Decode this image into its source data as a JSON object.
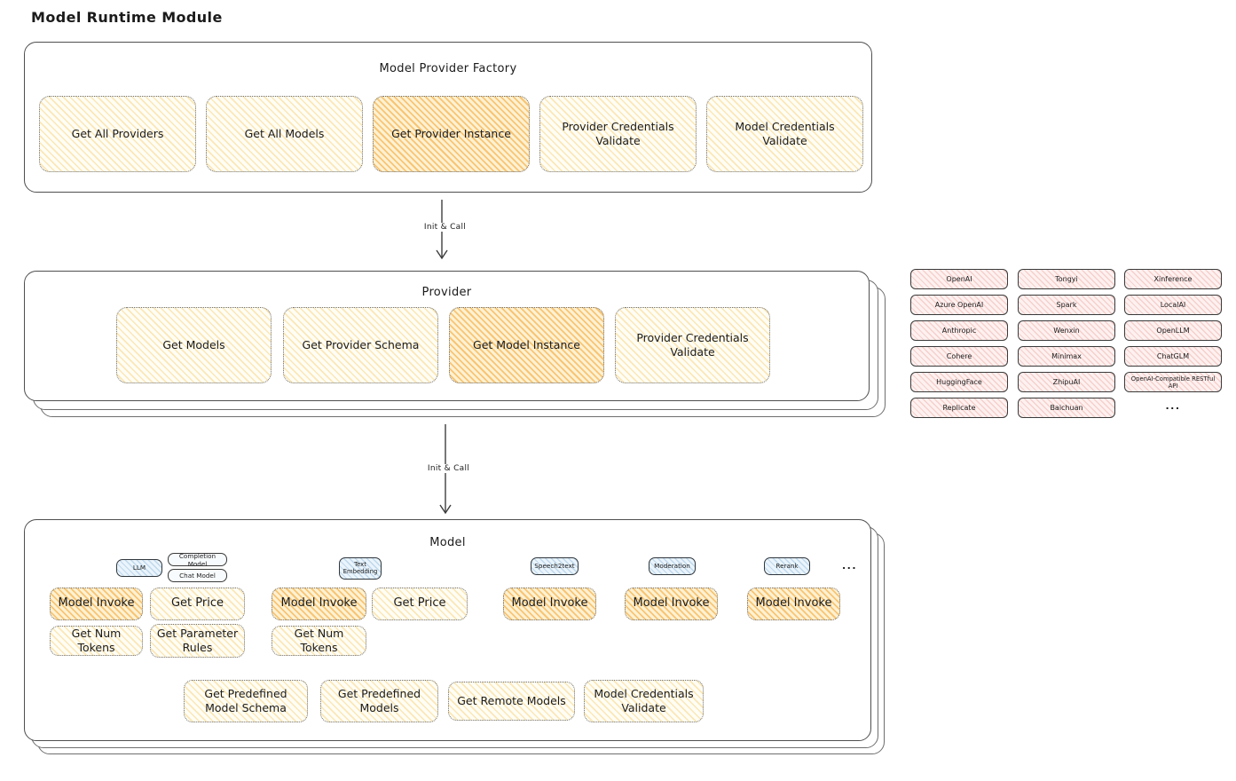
{
  "page_title": "Model Runtime Module",
  "colors": {
    "yellow_card_bg": "#fffdf4",
    "yellow_hatch": "#f4c355",
    "orange_card_bg": "#fff1d2",
    "orange_hatch": "#f0a028",
    "pink_chip_bg": "#fdf1f0",
    "pink_hatch": "#e4827a",
    "blue_chip_bg": "#eaf4fb",
    "blue_hatch": "#6ea5d2",
    "outline": "#4f4f4f",
    "text": "#1b1b1b"
  },
  "factory": {
    "title": "Model Provider Factory",
    "cards": [
      "Get All Providers",
      "Get All Models",
      "Get Provider Instance",
      "Provider Credentials Validate",
      "Model Credentials Validate"
    ]
  },
  "flow": {
    "arrow1_label": "Init & Call",
    "arrow2_label": "Init & Call"
  },
  "provider": {
    "title": "Provider",
    "cards": [
      "Get Models",
      "Get Provider Schema",
      "Get Model Instance",
      "Provider Credentials Validate"
    ]
  },
  "providers_grid": {
    "col1": [
      "OpenAI",
      "Azure OpenAI",
      "Anthropic",
      "Cohere",
      "HuggingFace",
      "Replicate"
    ],
    "col2": [
      "Tongyi",
      "Spark",
      "Wenxin",
      "Minimax",
      "ZhipuAI",
      "Baichuan"
    ],
    "col3": [
      "Xinference",
      "LocalAI",
      "OpenLLM",
      "ChatGLM",
      "OpenAI-Compatible RESTful API"
    ],
    "more": "..."
  },
  "model": {
    "title": "Model",
    "type_chips": {
      "llm": "LLM",
      "completion": "Completion Model",
      "chat": "Chat Model",
      "text_embedding": "Text Embedding",
      "speech2text": "Speech2text",
      "moderation": "Moderation",
      "rerank": "Rerank",
      "more": "..."
    },
    "actions": {
      "model_invoke": "Model Invoke",
      "get_price": "Get Price",
      "get_num_tokens": "Get Num Tokens",
      "get_parameter_rules": "Get Parameter Rules",
      "get_predefined_model_schema": "Get Predefined Model Schema",
      "get_predefined_models": "Get Predefined Models",
      "get_remote_models": "Get Remote Models",
      "model_credentials_validate": "Model Credentials Validate"
    }
  }
}
